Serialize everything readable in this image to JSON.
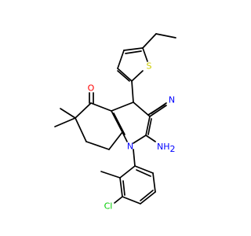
{
  "molecule": {
    "background": "#ffffff",
    "atom_labels": {
      "o": {
        "text": "O",
        "color": "#ff0000"
      },
      "s": {
        "text": "S",
        "color": "#cccc00"
      },
      "n_nitrile": {
        "text": "N",
        "color": "#0000ff"
      },
      "n_ring": {
        "text": "N",
        "color": "#0000ff"
      },
      "nh2": {
        "text": "NH",
        "sub": "2",
        "color": "#0000ff"
      },
      "cl": {
        "text": "Cl",
        "color": "#00cc00"
      }
    }
  }
}
